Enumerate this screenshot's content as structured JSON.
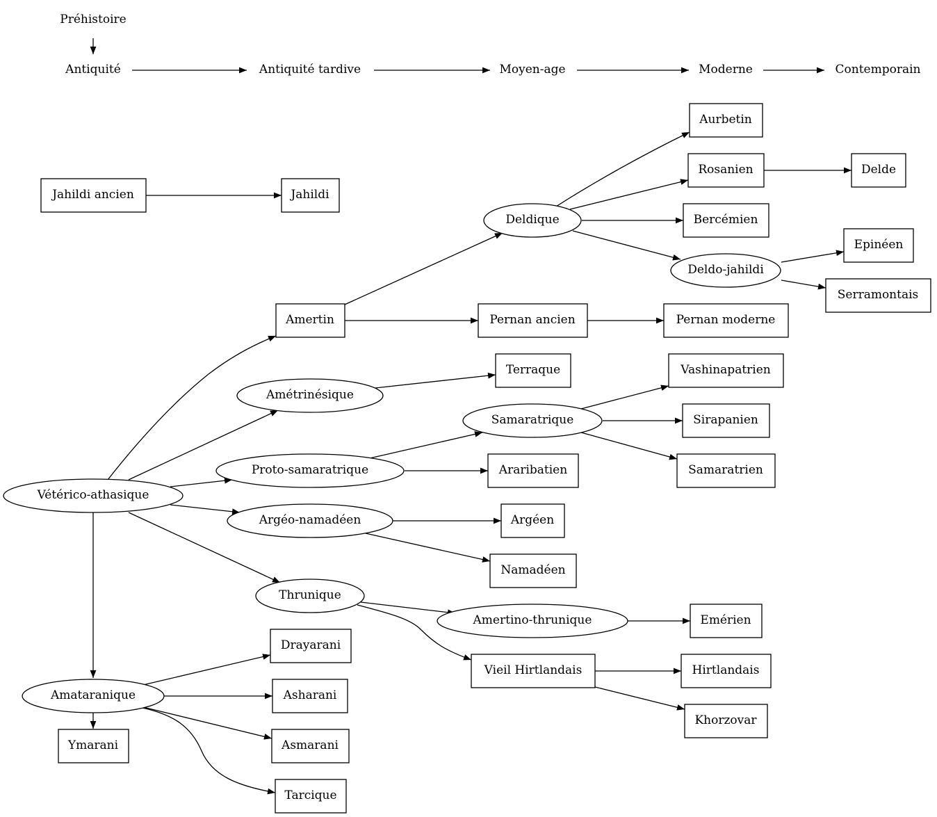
{
  "timeline": {
    "prehistoire": "Préhistoire",
    "antiquite": "Antiquité",
    "antiquite_tardive": "Antiquité tardive",
    "moyen_age": "Moyen-age",
    "moderne": "Moderne",
    "contemporain": "Contemporain"
  },
  "nodes": {
    "jahildi_ancien": "Jahildi ancien",
    "jahildi": "Jahildi",
    "aurbetin": "Aurbetin",
    "rosanien": "Rosanien",
    "delde": "Delde",
    "deldique": "Deldique",
    "bercemien": "Bercémien",
    "epineen": "Epinéen",
    "deldo_jahildi": "Deldo-jahildi",
    "serramontais": "Serramontais",
    "amertin": "Amertin",
    "pernan_ancien": "Pernan ancien",
    "pernan_moderne": "Pernan moderne",
    "terraque": "Terraque",
    "vashinapatrien": "Vashinapatrien",
    "ametrinesique": "Amétrinésique",
    "samaratrique": "Samaratrique",
    "sirapanien": "Sirapanien",
    "proto_samaratrique": "Proto-samaratrique",
    "araribatien": "Araribatien",
    "samaratrien": "Samaratrien",
    "veterico_athasique": "Vétérico-athasique",
    "argeo_namadeen": "Argéo-namadéen",
    "argeen": "Argéen",
    "namadeen": "Namadéen",
    "thrunique": "Thrunique",
    "amertino_thrunique": "Amertino-thrunique",
    "emerien": "Emérien",
    "drayarani": "Drayarani",
    "vieil_hirtlandais": "Vieil Hirtlandais",
    "hirtlandais": "Hirtlandais",
    "amataranique": "Amataranique",
    "asharani": "Asharani",
    "khorzovar": "Khorzovar",
    "ymarani": "Ymarani",
    "asmarani": "Asmarani",
    "tarcique": "Tarcique"
  }
}
